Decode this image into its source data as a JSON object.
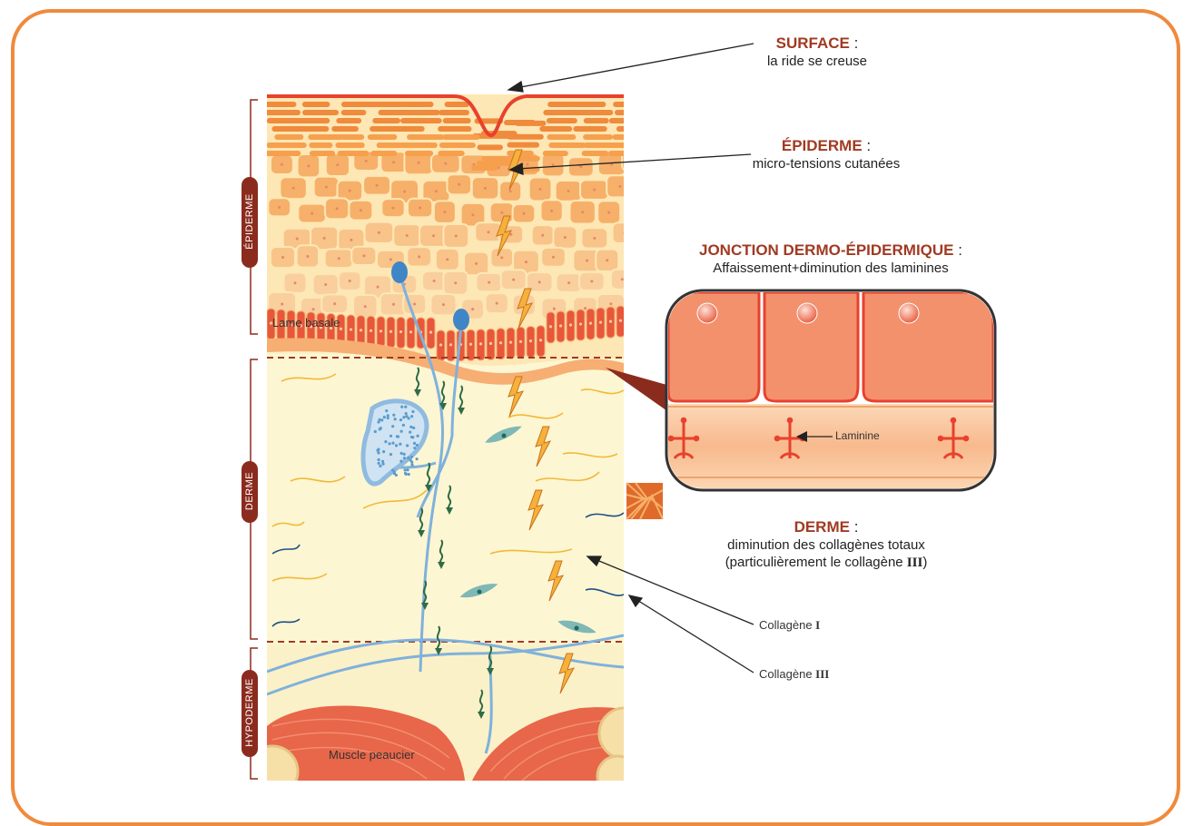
{
  "annotations": {
    "surface": {
      "title": "SURFACE",
      "colon": " :",
      "text": "la ride se creuse"
    },
    "epiderme": {
      "title": "ÉPIDERME",
      "colon": " :",
      "text": "micro-tensions cutanées"
    },
    "jonction": {
      "title": "JONCTION DERMO-ÉPIDERMIQUE",
      "colon": " :",
      "text": "Affaissement+diminution des laminines"
    },
    "derme": {
      "title": "DERME",
      "colon": " :",
      "line1": "diminution des collagènes totaux",
      "line2": "(particulièrement le collagène ",
      "line2_roman": "III",
      "line2_end": ")"
    }
  },
  "labels": {
    "lame_basale": "Lame basale",
    "muscle": "Muscle peaucier",
    "laminine": "Laminine",
    "collagene1": "Collagène ",
    "collagene1_roman": "I",
    "collagene3": "Collagène ",
    "collagene3_roman": "III"
  },
  "layer_tags": {
    "epiderme": "ÉPIDERME",
    "derme": "DERME",
    "hypoderme": "HYPODERME"
  },
  "colors": {
    "frame": "#f08a3c",
    "title_red": "#a13a22",
    "tag_bg": "#8b2b1e",
    "dermis": "#fdf6d2",
    "basal": "#e8573a",
    "nerve": "#7fb1dc"
  }
}
